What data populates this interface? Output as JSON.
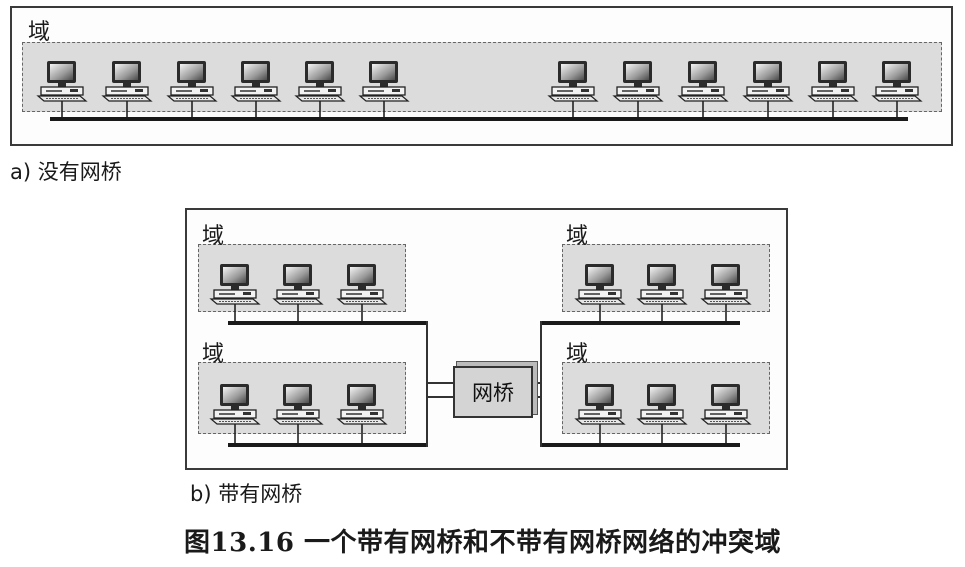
{
  "panel_a": {
    "domain_label": "域",
    "caption": "a) 没有网桥",
    "computers": 12
  },
  "panel_b": {
    "domains": [
      {
        "label": "域",
        "computers": 3
      },
      {
        "label": "域",
        "computers": 3
      },
      {
        "label": "域",
        "computers": 3
      },
      {
        "label": "域",
        "computers": 3
      }
    ],
    "bridge_label": "网桥",
    "caption": "b) 带有网桥"
  },
  "figure_caption": "图13.16   一个带有网桥和不带有网桥网络的冲突域",
  "icons": {
    "computer": "desktop-computer-icon",
    "bridge": "bridge-box-icon"
  }
}
